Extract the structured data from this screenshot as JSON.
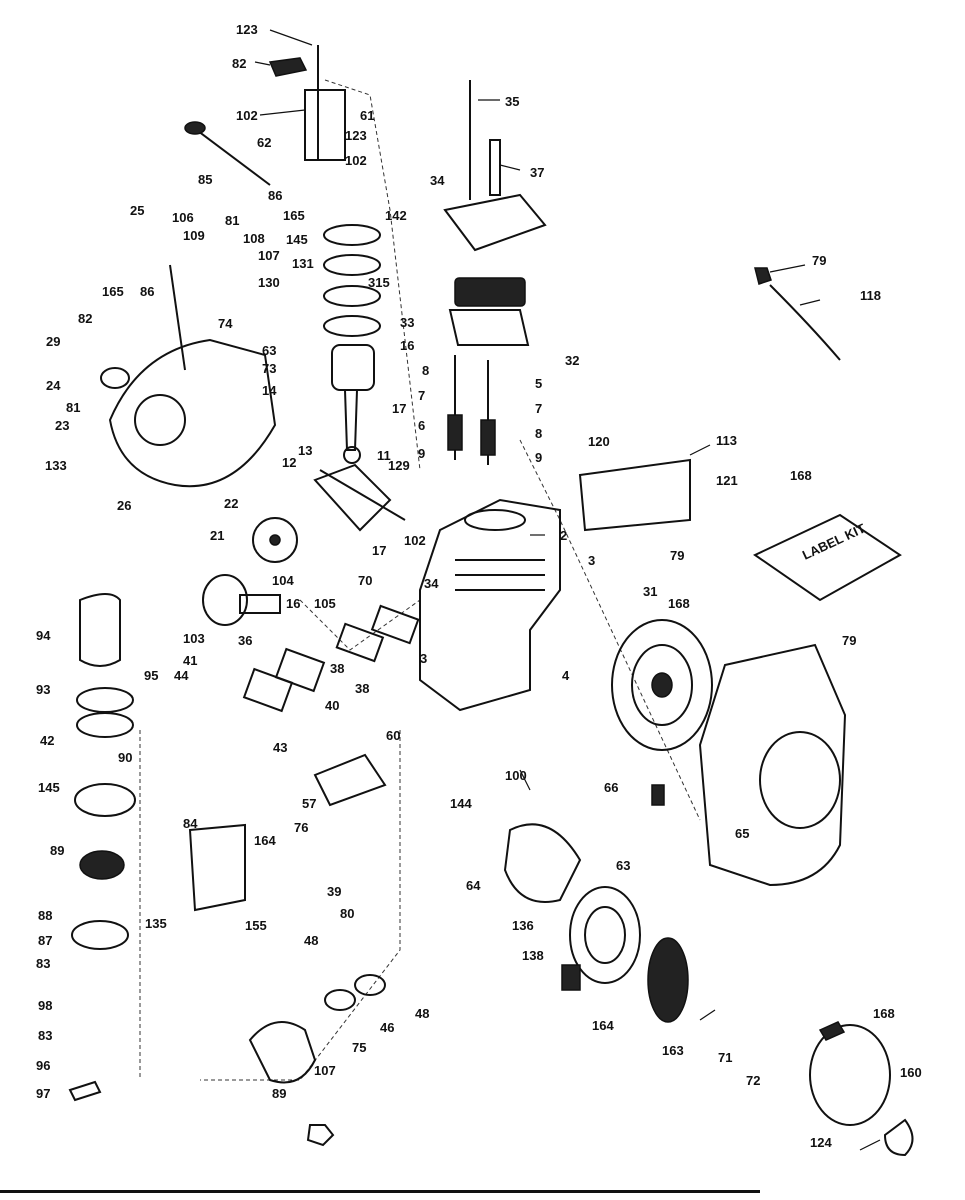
{
  "labels": [
    {
      "id": "l123a",
      "text": "123"
    },
    {
      "id": "l82a",
      "text": "82"
    },
    {
      "id": "l102a",
      "text": "102"
    },
    {
      "id": "l61",
      "text": "61"
    },
    {
      "id": "l62",
      "text": "62"
    },
    {
      "id": "l123b",
      "text": "123"
    },
    {
      "id": "l102b",
      "text": "102"
    },
    {
      "id": "l86a",
      "text": "86"
    },
    {
      "id": "l85",
      "text": "85"
    },
    {
      "id": "l165a",
      "text": "165"
    },
    {
      "id": "l142",
      "text": "142"
    },
    {
      "id": "l25",
      "text": "25"
    },
    {
      "id": "l106",
      "text": "106"
    },
    {
      "id": "l81a",
      "text": "81"
    },
    {
      "id": "l109",
      "text": "109"
    },
    {
      "id": "l108",
      "text": "108"
    },
    {
      "id": "l145a",
      "text": "145"
    },
    {
      "id": "l107",
      "text": "107"
    },
    {
      "id": "l131",
      "text": "131"
    },
    {
      "id": "l130",
      "text": "130"
    },
    {
      "id": "l315",
      "text": "315"
    },
    {
      "id": "l165b",
      "text": "165"
    },
    {
      "id": "l86b",
      "text": "86"
    },
    {
      "id": "l82b",
      "text": "82"
    },
    {
      "id": "l74",
      "text": "74"
    },
    {
      "id": "l33",
      "text": "33"
    },
    {
      "id": "l16",
      "text": "16"
    },
    {
      "id": "l29",
      "text": "29"
    },
    {
      "id": "l63a",
      "text": "63"
    },
    {
      "id": "l73",
      "text": "73"
    },
    {
      "id": "l14",
      "text": "14"
    },
    {
      "id": "l24",
      "text": "24"
    },
    {
      "id": "l81b",
      "text": "81"
    },
    {
      "id": "l23",
      "text": "23"
    },
    {
      "id": "l133",
      "text": "133"
    },
    {
      "id": "l26",
      "text": "26"
    },
    {
      "id": "l13",
      "text": "13"
    },
    {
      "id": "l12",
      "text": "12"
    },
    {
      "id": "l11",
      "text": "11"
    },
    {
      "id": "l17a",
      "text": "17"
    },
    {
      "id": "l129",
      "text": "129"
    },
    {
      "id": "l22",
      "text": "22"
    },
    {
      "id": "l21",
      "text": "21"
    },
    {
      "id": "l35",
      "text": "35"
    },
    {
      "id": "l37",
      "text": "37"
    },
    {
      "id": "l34",
      "text": "34"
    },
    {
      "id": "l32",
      "text": "32"
    },
    {
      "id": "l8a",
      "text": "8"
    },
    {
      "id": "l7a",
      "text": "7"
    },
    {
      "id": "l6a",
      "text": "6"
    },
    {
      "id": "l9a",
      "text": "9"
    },
    {
      "id": "l5",
      "text": "5"
    },
    {
      "id": "l7b",
      "text": "7"
    },
    {
      "id": "l8b",
      "text": "8"
    },
    {
      "id": "l120",
      "text": "120"
    },
    {
      "id": "l9b",
      "text": "9"
    },
    {
      "id": "l2",
      "text": "2"
    },
    {
      "id": "l3a",
      "text": "3"
    },
    {
      "id": "l79a",
      "text": "79"
    },
    {
      "id": "l118",
      "text": "118"
    },
    {
      "id": "l113",
      "text": "113"
    },
    {
      "id": "l121",
      "text": "121"
    },
    {
      "id": "l168a",
      "text": "168"
    },
    {
      "id": "l79b",
      "text": "79"
    },
    {
      "id": "l102c",
      "text": "102"
    },
    {
      "id": "l17b",
      "text": "17"
    },
    {
      "id": "l104",
      "text": "104"
    },
    {
      "id": "l70",
      "text": "70"
    },
    {
      "id": "l16b",
      "text": "16"
    },
    {
      "id": "l105",
      "text": "105"
    },
    {
      "id": "l34b",
      "text": "34"
    },
    {
      "id": "l31",
      "text": "31"
    },
    {
      "id": "l168b",
      "text": "168"
    },
    {
      "id": "l79c",
      "text": "79"
    },
    {
      "id": "l103",
      "text": "103"
    },
    {
      "id": "l36",
      "text": "36"
    },
    {
      "id": "l94",
      "text": "94"
    },
    {
      "id": "l41",
      "text": "41"
    },
    {
      "id": "l44",
      "text": "44"
    },
    {
      "id": "l95",
      "text": "95"
    },
    {
      "id": "l38a",
      "text": "38"
    },
    {
      "id": "l38b",
      "text": "38"
    },
    {
      "id": "l3b",
      "text": "3"
    },
    {
      "id": "l4",
      "text": "4"
    },
    {
      "id": "l93",
      "text": "93"
    },
    {
      "id": "l40",
      "text": "40"
    },
    {
      "id": "l43",
      "text": "43"
    },
    {
      "id": "l60",
      "text": "60"
    },
    {
      "id": "l42",
      "text": "42"
    },
    {
      "id": "l90",
      "text": "90"
    },
    {
      "id": "l100",
      "text": "100"
    },
    {
      "id": "l144",
      "text": "144"
    },
    {
      "id": "l66",
      "text": "66"
    },
    {
      "id": "l145b",
      "text": "145"
    },
    {
      "id": "l57",
      "text": "57"
    },
    {
      "id": "l76",
      "text": "76"
    },
    {
      "id": "l89",
      "text": "89"
    },
    {
      "id": "l84",
      "text": "84"
    },
    {
      "id": "l164a",
      "text": "164"
    },
    {
      "id": "l65",
      "text": "65"
    },
    {
      "id": "l64",
      "text": "64"
    },
    {
      "id": "l63b",
      "text": "63"
    },
    {
      "id": "l88",
      "text": "88"
    },
    {
      "id": "l135",
      "text": "135"
    },
    {
      "id": "l155",
      "text": "155"
    },
    {
      "id": "l39",
      "text": "39"
    },
    {
      "id": "l80",
      "text": "80"
    },
    {
      "id": "l136",
      "text": "136"
    },
    {
      "id": "l87",
      "text": "87"
    },
    {
      "id": "l48a",
      "text": "48"
    },
    {
      "id": "l138",
      "text": "138"
    },
    {
      "id": "l83a",
      "text": "83"
    },
    {
      "id": "l98",
      "text": "98"
    },
    {
      "id": "l48b",
      "text": "48"
    },
    {
      "id": "l46",
      "text": "46"
    },
    {
      "id": "l164b",
      "text": "164"
    },
    {
      "id": "l163",
      "text": "163"
    },
    {
      "id": "l168c",
      "text": "168"
    },
    {
      "id": "l83b",
      "text": "83"
    },
    {
      "id": "l75",
      "text": "75"
    },
    {
      "id": "l71",
      "text": "71"
    },
    {
      "id": "l72",
      "text": "72"
    },
    {
      "id": "l96",
      "text": "96"
    },
    {
      "id": "l107b",
      "text": "107"
    },
    {
      "id": "l160",
      "text": "160"
    },
    {
      "id": "l97",
      "text": "97"
    },
    {
      "id": "l89b",
      "text": "89"
    },
    {
      "id": "l124",
      "text": "124"
    }
  ],
  "decal_text": "LABEL KIT"
}
